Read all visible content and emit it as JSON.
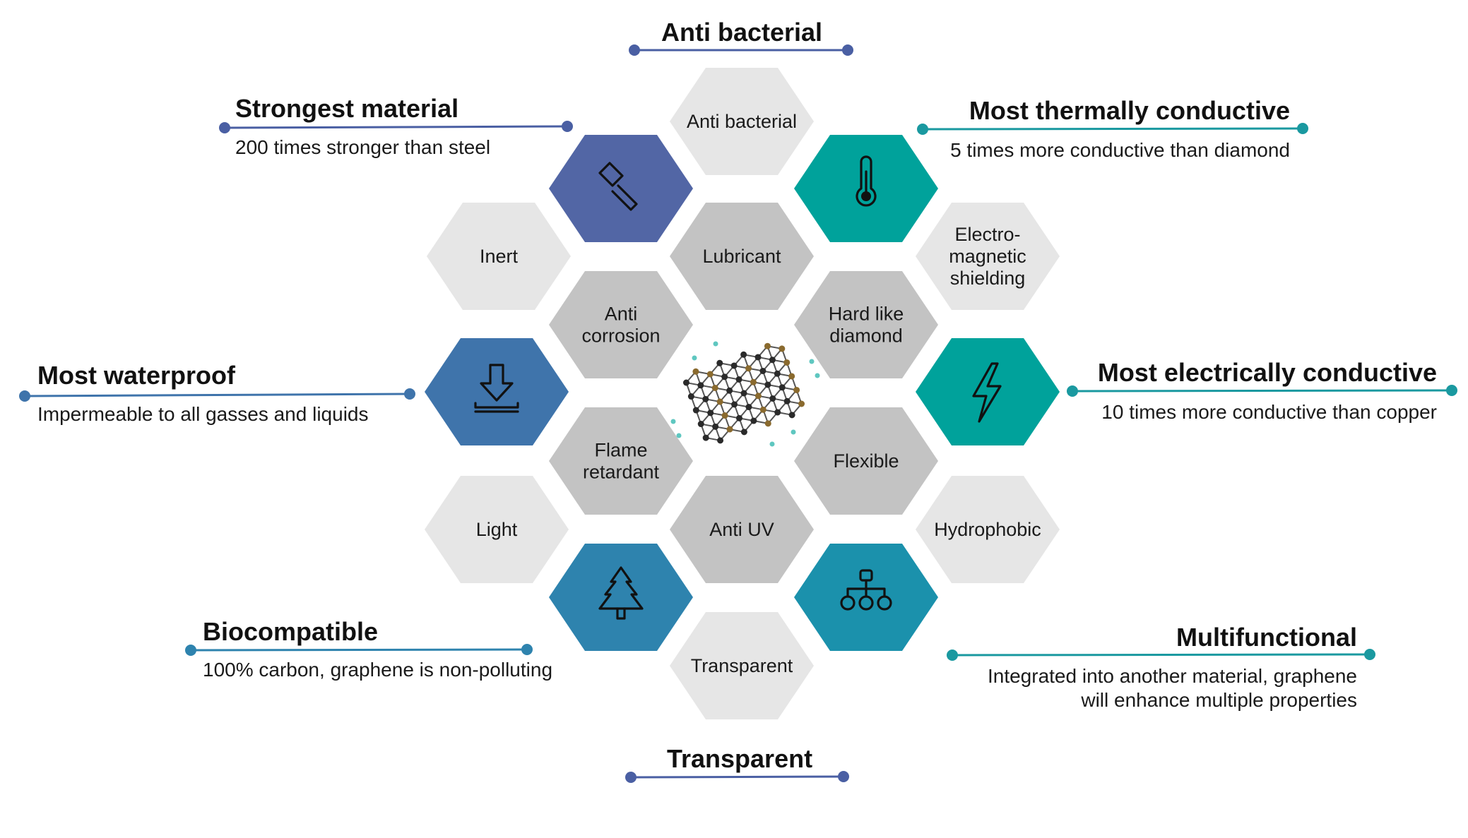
{
  "colors": {
    "light_gray": "#e6e6e6",
    "mid_gray": "#c3c3c3",
    "purple_blue": "#5266a5",
    "teal": "#00a29b",
    "steel_blue": "#3f74ab",
    "ocean_blue": "#2e83ae",
    "teal_blue": "#1b91ac",
    "connector_blue": "#4a5fa3",
    "connector_teal": "#1a99a0"
  },
  "hexagons": [
    {
      "id": "anti-bacterial",
      "label": "Anti bacterial",
      "fill": "light_gray"
    },
    {
      "id": "strongest",
      "icon": "hammer-icon",
      "fill": "purple_blue"
    },
    {
      "id": "thermal",
      "icon": "thermometer-icon",
      "fill": "teal"
    },
    {
      "id": "inert",
      "label": "Inert",
      "fill": "light_gray"
    },
    {
      "id": "lubricant",
      "label": "Lubricant",
      "fill": "mid_gray"
    },
    {
      "id": "electromagnetic",
      "label_lines": [
        "Electro-",
        "magnetic",
        "shielding"
      ],
      "fill": "light_gray"
    },
    {
      "id": "anti-corrosion",
      "label_lines": [
        "Anti",
        "corrosion"
      ],
      "fill": "mid_gray"
    },
    {
      "id": "hard",
      "label_lines": [
        "Hard like",
        "diamond"
      ],
      "fill": "mid_gray"
    },
    {
      "id": "waterproof",
      "icon": "waterproof-icon",
      "fill": "steel_blue"
    },
    {
      "id": "electric",
      "icon": "lightning-icon",
      "fill": "teal"
    },
    {
      "id": "flame",
      "label_lines": [
        "Flame",
        "retardant"
      ],
      "fill": "mid_gray"
    },
    {
      "id": "flexible",
      "label": "Flexible",
      "fill": "mid_gray"
    },
    {
      "id": "light",
      "label": "Light",
      "fill": "light_gray"
    },
    {
      "id": "anti-uv",
      "label": "Anti UV",
      "fill": "mid_gray"
    },
    {
      "id": "hydrophobic",
      "label": "Hydrophobic",
      "fill": "light_gray"
    },
    {
      "id": "bio",
      "icon": "tree-icon",
      "fill": "ocean_blue"
    },
    {
      "id": "multi",
      "icon": "network-icon",
      "fill": "teal_blue"
    },
    {
      "id": "transparent",
      "label": "Transparent",
      "fill": "light_gray"
    }
  ],
  "captions": {
    "anti_bacterial": {
      "title": "Anti bacterial"
    },
    "strongest": {
      "title": "Strongest material",
      "desc": "200 times stronger than steel"
    },
    "thermal": {
      "title": "Most thermally conductive",
      "desc": "5 times more conductive than diamond"
    },
    "waterproof": {
      "title": "Most waterproof",
      "desc": "Impermeable to all gasses and liquids"
    },
    "electric": {
      "title": "Most electrically conductive",
      "desc": "10 times more conductive than copper"
    },
    "bio": {
      "title": "Biocompatible",
      "desc": "100% carbon, graphene is non-polluting"
    },
    "multi": {
      "title": "Multifunctional",
      "desc_line1": "Integrated into another material, graphene",
      "desc_line2": "will enhance multiple properties"
    },
    "transparent": {
      "title": "Transparent"
    }
  }
}
